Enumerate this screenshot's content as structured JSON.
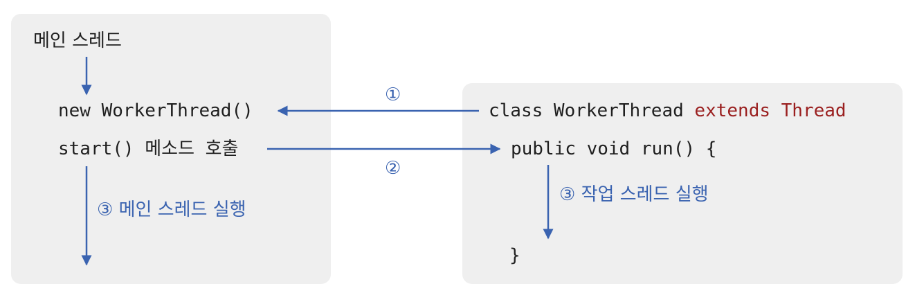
{
  "main_thread": {
    "title": "메인 스레드",
    "new_call": "new WorkerThread()",
    "start_call": "start() 메소드 호출",
    "run_label": "③ 메인 스레드 실행"
  },
  "worker_class": {
    "decl_prefix": "class WorkerThread ",
    "decl_extends": "extends Thread",
    "run_method": "public void run() {",
    "closing_brace": "}",
    "run_label": "③ 작업 스레드 실행"
  },
  "steps": {
    "step1": "①",
    "step2": "②"
  },
  "colors": {
    "arrow": "#3a63b0",
    "keyword": "#9a1f1f",
    "panel": "#efefef"
  }
}
